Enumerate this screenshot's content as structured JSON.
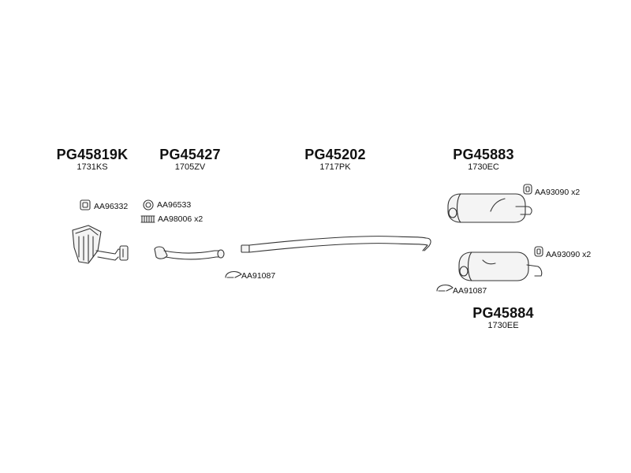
{
  "groups": [
    {
      "code": "PG45819K",
      "ref": "1731KS"
    },
    {
      "code": "PG45427",
      "ref": "1705ZV"
    },
    {
      "code": "PG45202",
      "ref": "1717PK"
    },
    {
      "code": "PG45883",
      "ref": "1730EC"
    },
    {
      "code": "PG45884",
      "ref": "1730EE"
    }
  ],
  "accessories": {
    "gasket_cat": "AA96332",
    "ring_seal": "AA96533",
    "spring_bolt": "AA98006 x2",
    "clamp_mid": "AA91087",
    "rubber_mount_1": "AA93090 x2",
    "rubber_mount_2": "AA93090 x2",
    "clamp_rear": "AA91087"
  },
  "icons": {
    "gasket": "square-gasket-icon",
    "ring": "ring-seal-icon",
    "spring": "spring-icon",
    "clamp": "pipe-clamp-icon",
    "mount": "rubber-mount-icon"
  }
}
